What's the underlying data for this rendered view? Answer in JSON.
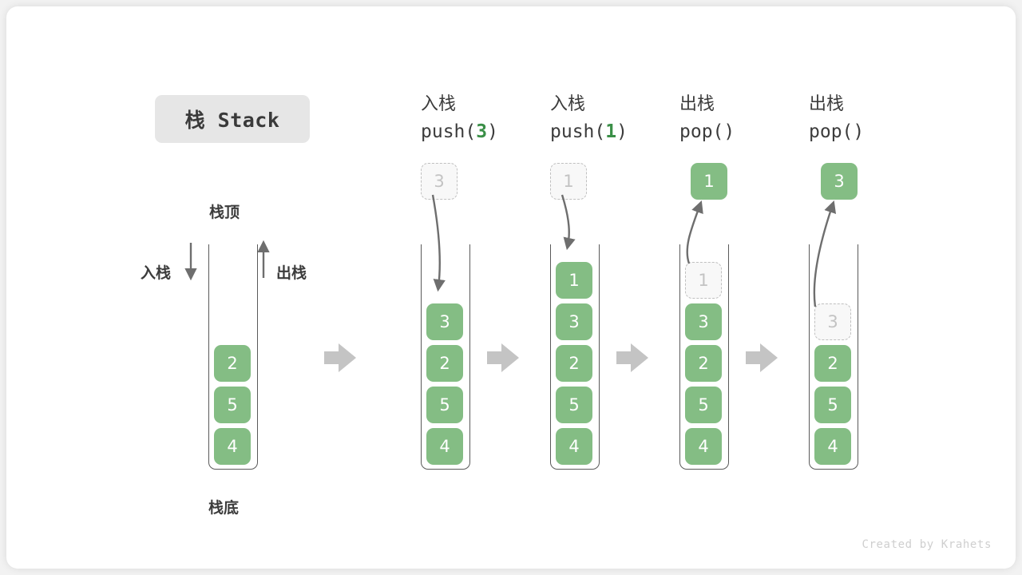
{
  "figure": {
    "title": "栈 Stack",
    "credit": "Created by Krahets",
    "accent_green": "#84bd84",
    "code_green": "#3a8f47",
    "ghost_gray": "#c3c3c3",
    "border_gray": "#5a5a5a",
    "arrow_gray": "#c4c4c4"
  },
  "legend": {
    "top_label": "栈顶",
    "bottom_label": "栈底",
    "push_label": "入栈",
    "pop_label": "出栈"
  },
  "columns": [
    {
      "id": "initial",
      "head_cn": "",
      "head_code": "",
      "stack": [
        "2",
        "5",
        "4"
      ],
      "ghost": null,
      "ghost_position": null,
      "external": null,
      "operation": "initial"
    },
    {
      "id": "push-3",
      "head_cn": "入栈",
      "head_code_prefix": "push(",
      "head_code_num": "3",
      "head_code_suffix": ")",
      "stack": [
        "3",
        "2",
        "5",
        "4"
      ],
      "external": "3",
      "external_style": "ghost",
      "operation": "push"
    },
    {
      "id": "push-1",
      "head_cn": "入栈",
      "head_code_prefix": "push(",
      "head_code_num": "1",
      "head_code_suffix": ")",
      "stack": [
        "1",
        "3",
        "2",
        "5",
        "4"
      ],
      "external": "1",
      "external_style": "ghost",
      "operation": "push"
    },
    {
      "id": "pop-1",
      "head_cn": "出栈",
      "head_code_prefix": "pop(",
      "head_code_num": "",
      "head_code_suffix": ")",
      "stack": [
        "3",
        "2",
        "5",
        "4"
      ],
      "ghost_top": "1",
      "external": "1",
      "external_style": "filled",
      "operation": "pop"
    },
    {
      "id": "pop-3",
      "head_cn": "出栈",
      "head_code_prefix": "pop(",
      "head_code_num": "",
      "head_code_suffix": ")",
      "stack": [
        "2",
        "5",
        "4"
      ],
      "ghost_top": "3",
      "external": "3",
      "external_style": "filled",
      "operation": "pop"
    }
  ],
  "step_arrows": 4
}
